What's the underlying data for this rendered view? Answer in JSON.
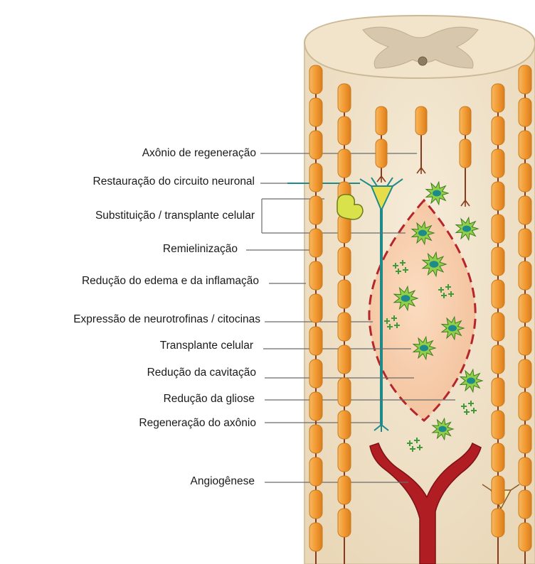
{
  "labels": [
    {
      "id": "axon-regeneration-top",
      "text": "Axônio de regeneração"
    },
    {
      "id": "circuit-restoration",
      "text": "Restauração do circuito neuronal"
    },
    {
      "id": "cell-replacement",
      "text": "Substituição / transplante celular"
    },
    {
      "id": "remyelination",
      "text": "Remielinização"
    },
    {
      "id": "edema-reduction",
      "text": "Redução do edema e da inflamação"
    },
    {
      "id": "neurotrophin-expression",
      "text": "Expressão de neurotrofinas / citocinas"
    },
    {
      "id": "cell-transplant",
      "text": "Transplante celular"
    },
    {
      "id": "cavitation-reduction",
      "text": "Redução da cavitação"
    },
    {
      "id": "gliosis-reduction",
      "text": "Redução da gliose"
    },
    {
      "id": "axon-regeneration",
      "text": "Regeneração do axônio"
    },
    {
      "id": "angiogenesis",
      "text": "Angiogênese"
    }
  ],
  "colors": {
    "cord_fill": "#f3e6cf",
    "cord_edge": "#d8c5a4",
    "grey_matter": "#d9cbb2",
    "myelin": "#f2a748",
    "myelin_edge": "#c97a1d",
    "lesion": "#f7cfad",
    "lesion_border": "#b5262b",
    "neuron_teal": "#1f8a8a",
    "cell_green": "#8fcf4a",
    "vessel": "#b01e23"
  }
}
